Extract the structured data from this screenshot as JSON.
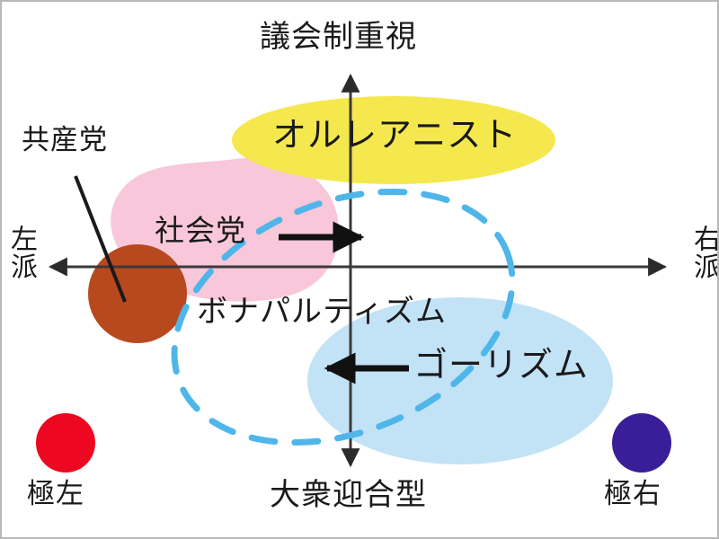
{
  "diagram": {
    "title_top": "議会制重視",
    "title_bottom": "大衆迎合型",
    "title_left": "左派",
    "title_right": "右派"
  },
  "axes": {
    "vertical": {
      "top_label": "議会制重視",
      "bottom_label": "大衆迎合型",
      "color": "#3a3a3a"
    },
    "horizontal": {
      "left_label": "左派",
      "right_label": "右派",
      "color": "#3a3a3a"
    }
  },
  "regions": [
    {
      "id": "orleanist",
      "label": "オルレアニスト",
      "color": "#F5E84E",
      "shape": "ellipse"
    },
    {
      "id": "socialist-blob",
      "label": "社会党",
      "color": "#F9C7DA",
      "shape": "blob"
    },
    {
      "id": "bonapartism-dashed",
      "label": "ボナパルティズム",
      "color": "#4FB6EA",
      "shape": "dashed-ellipse"
    },
    {
      "id": "gaullism",
      "label": "ゴーリズム",
      "color": "#C2E2F6",
      "shape": "ellipse"
    },
    {
      "id": "communist-dot",
      "label": "共産党",
      "color": "#B8491F",
      "shape": "circle"
    }
  ],
  "annotations": {
    "communist_label": "共産党",
    "socialist_label": "社会党",
    "orleanist_label": "オルレアニスト",
    "bonapartism_label": "ボナパルティズム",
    "gaullism_label": "ゴーリズム",
    "socialist_arrow_direction": "right",
    "gaullism_arrow_direction": "left",
    "communist_pointer": "leader-line"
  },
  "legend": [
    {
      "id": "far-left",
      "label": "極左",
      "color": "#ED0720"
    },
    {
      "id": "far-right",
      "label": "極右",
      "color": "#3A1E99"
    }
  ],
  "colors": {
    "background": "#FFFFFF",
    "border": "#B8B8B8",
    "yellow": "#F5E84E",
    "pink": "#F9C7DA",
    "light_blue": "#C2E2F6",
    "dashed_blue": "#4FB6EA",
    "brown": "#B8491F",
    "red": "#ED0720",
    "indigo": "#3A1E99",
    "text": "#1A1A1A",
    "axis": "#3A3A3A"
  }
}
